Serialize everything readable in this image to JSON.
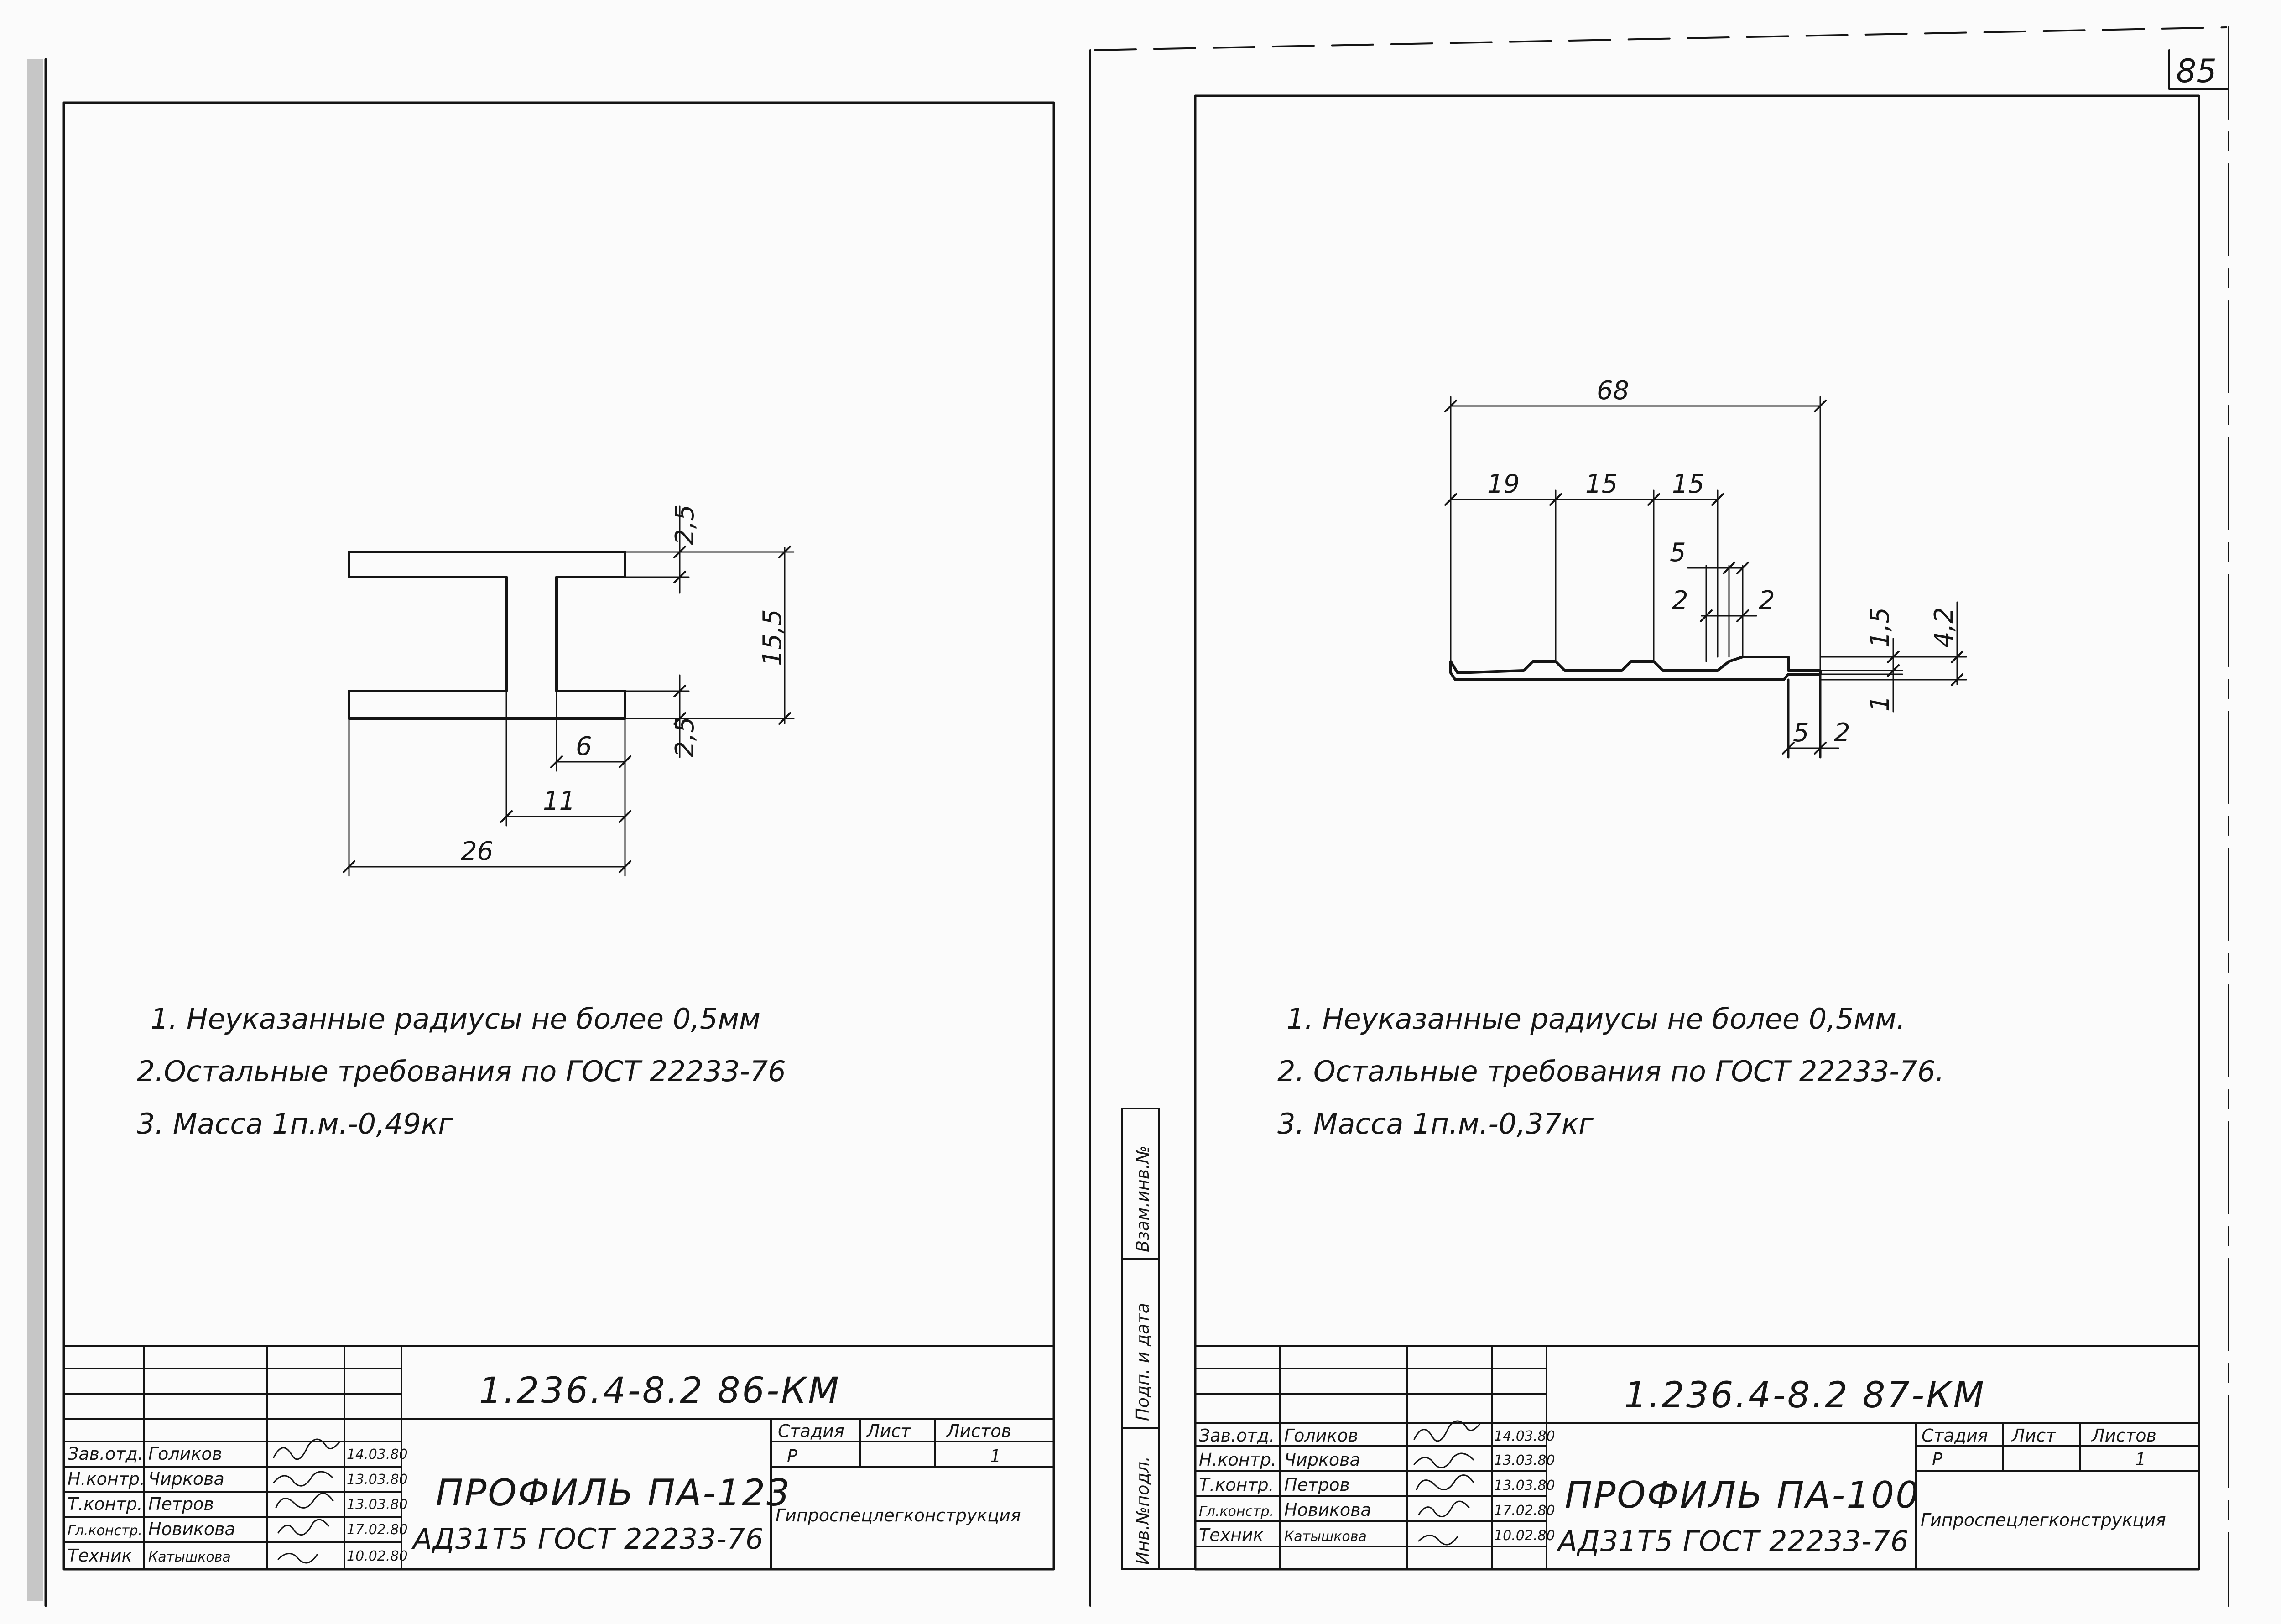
{
  "page_number": "85",
  "left_sheet": {
    "dimensions": {
      "flange_top": "2,5",
      "height": "15,5",
      "flange_bottom": "2,5",
      "web": "6",
      "half_width": "11",
      "width": "26"
    },
    "notes": [
      "1. Неуказанные радиусы не более 0,5мм",
      "2.Остальные требования по ГОСТ 22233-76",
      "3. Масса 1п.м.-0,49кг"
    ],
    "title_block": {
      "code": "1.236.4-8.2 86-КМ",
      "title": "ПРОФИЛЬ ПА-123",
      "subtitle": "АД31Т5 ГОСТ 22233-76",
      "organization": "Гипроспецлегконструкция",
      "stage_header": "Стадия",
      "sheet_header": "Лист",
      "sheets_header": "Листов",
      "stage": "Р",
      "sheets": "1",
      "rows": [
        {
          "role": "Зав.отд.",
          "name": "Голиков",
          "date": "14.03.80"
        },
        {
          "role": "Н.контр.",
          "name": "Чиркова",
          "date": "13.03.80"
        },
        {
          "role": "Т.контр.",
          "name": "Петров",
          "date": "13.03.80"
        },
        {
          "role": "Гл.констр.",
          "name": "Новикова",
          "date": "17.02.80"
        },
        {
          "role": "Техник",
          "name": "Катышкова",
          "date": "10.02.80"
        }
      ]
    }
  },
  "right_sheet": {
    "dimensions": {
      "total": "68",
      "seg1": "19",
      "seg2": "15",
      "seg3": "15",
      "groove": "5",
      "gap_left": "2",
      "gap_right": "2",
      "thickness": "1,5",
      "height": "4,2",
      "lip": "1",
      "leg": "5",
      "leg_gap": "2"
    },
    "notes": [
      "1. Неуказанные радиусы не более 0,5мм.",
      "2. Остальные требования по ГОСТ 22233-76.",
      "3. Масса 1п.м.-0,37кг"
    ],
    "side_labels": [
      "Инв.№подл.",
      "Подп. и дата",
      "Взам.инв.№"
    ],
    "title_block": {
      "code": "1.236.4-8.2 87-КМ",
      "title": "ПРОФИЛЬ ПА-100",
      "subtitle": "АД31Т5 ГОСТ 22233-76",
      "organization": "Гипроспецлегконструкция",
      "stage_header": "Стадия",
      "sheet_header": "Лист",
      "sheets_header": "Листов",
      "stage": "Р",
      "sheets": "1",
      "rows": [
        {
          "role": "Зав.отд.",
          "name": "Голиков",
          "date": "14.03.80"
        },
        {
          "role": "Н.контр.",
          "name": "Чиркова",
          "date": "13.03.80"
        },
        {
          "role": "Т.контр.",
          "name": "Петров",
          "date": "13.03.80"
        },
        {
          "role": "Гл.констр.",
          "name": "Новикова",
          "date": "17.02.80"
        },
        {
          "role": "Техник",
          "name": "Катышкова",
          "date": "10.02.80"
        }
      ]
    }
  }
}
